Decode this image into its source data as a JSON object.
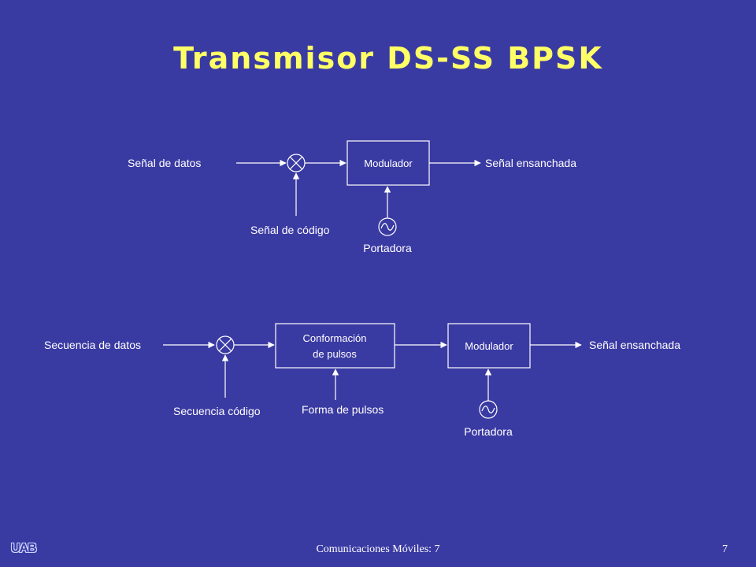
{
  "slide": {
    "title": "Transmisor DS-SS BPSK",
    "footer": "Comunicaciones Móviles: 7",
    "page_number": "7",
    "logo_text": "UAB"
  },
  "diagram1": {
    "input_label": "Señal de datos",
    "code_label": "Señal de código",
    "modulator_label": "Modulador",
    "carrier_label": "Portadora",
    "output_label": "Señal ensanchada"
  },
  "diagram2": {
    "input_label": "Secuencia de datos",
    "code_label": "Secuencia código",
    "shaping_label_line1": "Conformación",
    "shaping_label_line2": "de pulsos",
    "pulse_shape_label": "Forma de pulsos",
    "modulator_label": "Modulador",
    "carrier_label": "Portadora",
    "output_label": "Señal ensanchada"
  },
  "colors": {
    "background": "#3a3aa3",
    "title": "#ffff66",
    "lines": "#ffffff"
  }
}
